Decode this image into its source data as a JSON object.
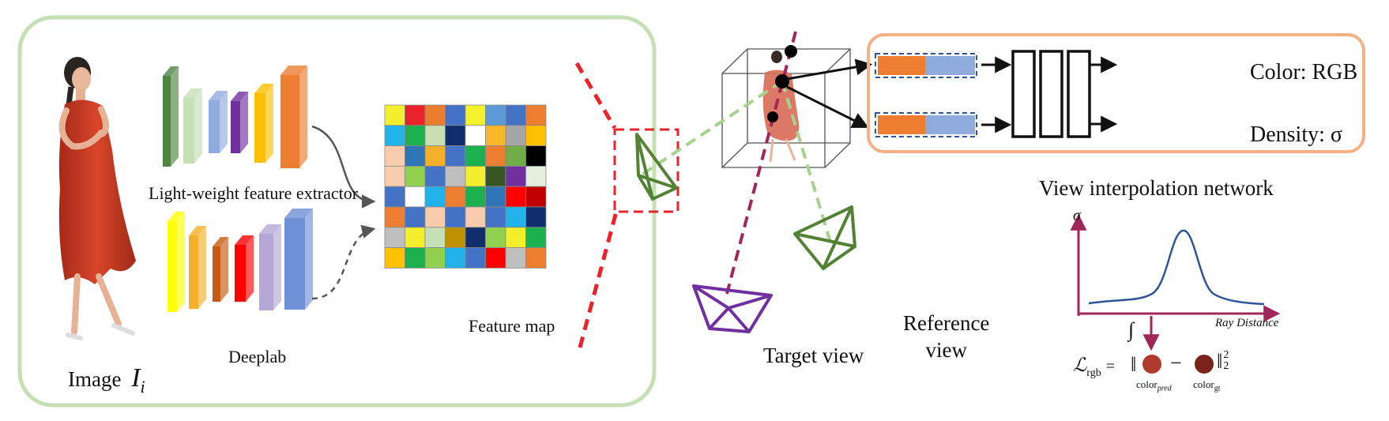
{
  "left_panel": {
    "image_label": "Image",
    "image_symbol": "I",
    "image_subscript": "i",
    "extractor_label": "Light-weight feature extractor",
    "deeplab_label": "Deeplab",
    "feature_map_label": "Feature map",
    "feature_map_colors": [
      [
        "#f4ef2c",
        "#e8232b",
        "#ec7d2e",
        "#4472c4",
        "#f6f12d",
        "#5b9bd5",
        "#4472c4",
        "#ed7d31"
      ],
      [
        "#20b2e8",
        "#1db04f",
        "#c8dfb1",
        "#0f2e6b",
        "#ffffff",
        "#f7b726",
        "#a5a5a5",
        "#ffc000"
      ],
      [
        "#f8cbad",
        "#2e75b6",
        "#f4b02b",
        "#4472c4",
        "#1db04f",
        "#ed7d31",
        "#70ad47",
        "#000000"
      ],
      [
        "#f8cbad",
        "#92d050",
        "#4472c4",
        "#bfbfbf",
        "#f4ef2c",
        "#375623",
        "#7030a0",
        "#e2efda"
      ],
      [
        "#4472c4",
        "#ffffff",
        "#20b2e8",
        "#ed7d31",
        "#1db04f",
        "#2e75b6",
        "#ff0000",
        "#c00000"
      ],
      [
        "#ed7d31",
        "#4472c4",
        "#f8cbad",
        "#4472c4",
        "#f8cbad",
        "#4472c4",
        "#20b2e8",
        "#0f2e6b"
      ],
      [
        "#bfbfbf",
        "#f4ef2c",
        "#c5e0b4",
        "#bf9000",
        "#0f2e6b",
        "#92d050",
        "#f4ef2c",
        "#1db04f"
      ],
      [
        "#ffc000",
        "#1db04f",
        "#92d050",
        "#20b2e8",
        "#4472c4",
        "#ff0000",
        "#bfbfbf",
        "#ed7d31"
      ]
    ],
    "extractor_layer_colors": [
      "#4e8540",
      "#c5e0b4",
      "#8faadc",
      "#7030a0",
      "#ffc000",
      "#ed7d31"
    ],
    "deeplab_layer_colors": [
      "#ffff00",
      "#f4b02b",
      "#c55a11",
      "#ff0000",
      "#b4a7d6",
      "#6f8fd6"
    ],
    "panel_border_color": "#c5e0b4"
  },
  "middle": {
    "target_view_label": "Target view",
    "reference_view_label_line1": "Reference",
    "reference_view_label_line2": "view",
    "ray_color": "#a0275a",
    "reference_ray_color": "#a9d18e",
    "camera_color": "#548235",
    "target_camera_color": "#7030a0",
    "highlight_color": "#e8232b"
  },
  "network": {
    "title": "View interpolation network",
    "color_output": "Color: RGB",
    "density_output": "Density: σ",
    "border_color": "#f4b183",
    "feature_orange": "#ed7d31",
    "feature_blue": "#8faadc"
  },
  "density_plot": {
    "y_label": "σ",
    "x_label": "Ray Distance",
    "integral_symbol": "∫",
    "axis_color": "#a0275a",
    "curve_color": "#2f5597"
  },
  "loss": {
    "symbol": "ℒ",
    "subscript": "rgb",
    "equals": "=",
    "minus": "−",
    "norm_open": "‖",
    "norm_close": "‖",
    "superscript": "2",
    "norm_subscript": "2",
    "pred_label": "color",
    "pred_sub": "pred",
    "gt_label": "color",
    "gt_sub": "gt",
    "pred_color": "#b03a2e",
    "gt_color": "#7b241c"
  }
}
